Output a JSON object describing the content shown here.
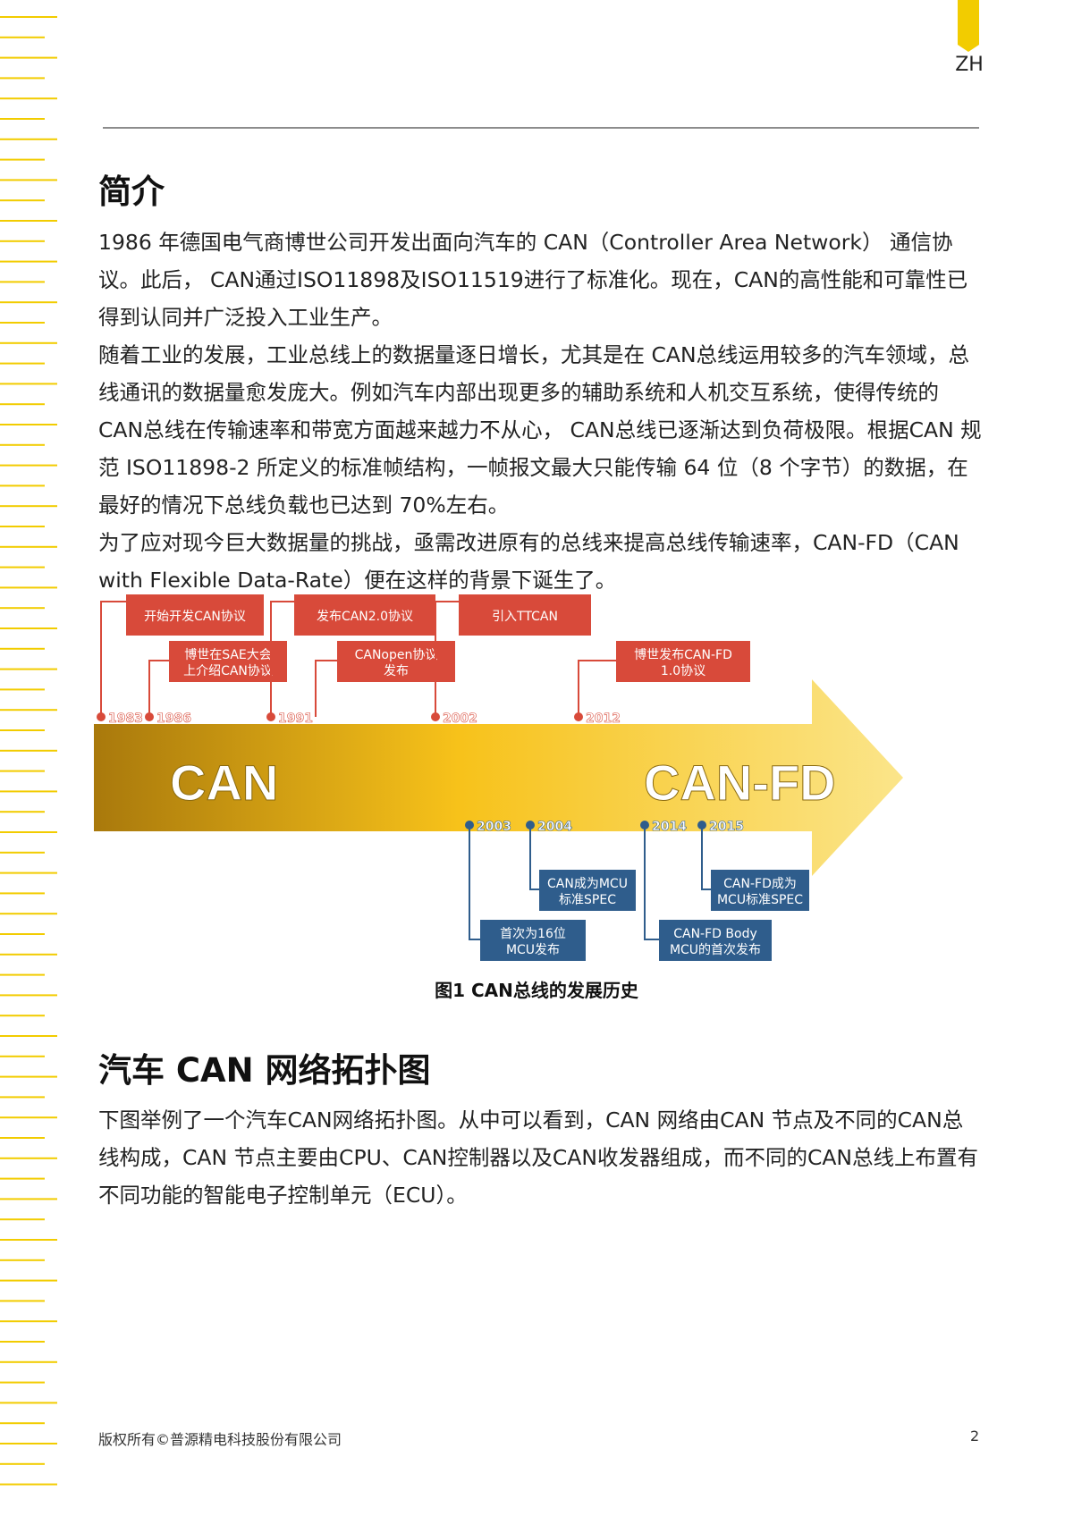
{
  "brand": {
    "mark": "ZH"
  },
  "sections": {
    "intro_title": "简介",
    "intro_paragraphs": [
      "1986 年德国电气商博世公司开发出面向汽车的 CAN（Controller Area Network） 通信协议。此后， CAN通过ISO11898及ISO11519进行了标准化。现在，CAN的高性能和可靠性已得到认同并广泛投入工业生产。",
      "随着工业的发展，工业总线上的数据量逐日增长，尤其是在 CAN总线运用较多的汽车领域，总线通讯的数据量愈发庞大。例如汽车内部出现更多的辅助系统和人机交互系统，使得传统的CAN总线在传输速率和带宽方面越来越力不从心， CAN总线已逐渐达到负荷极限。根据CAN 规范 ISO11898-2 所定义的标准帧结构，一帧报文最大只能传输 64 位（8 个字节）的数据，在最好的情况下总线负载也已达到 70%左右。",
      "为了应对现今巨大数据量的挑战，亟需改进原有的总线来提高总线传输速率，CAN-FD（CAN with Flexible Data-Rate）便在这样的背景下诞生了。"
    ],
    "topology_title": "汽车 CAN 网络拓扑图",
    "topology_paragraph": "下图举例了一个汽车CAN网络拓扑图。从中可以看到，CAN 网络由CAN 节点及不同的CAN总线构成，CAN 节点主要由CPU、CAN控制器以及CAN收发器组成，而不同的CAN总线上布置有不同功能的智能电子控制单元（ECU）。"
  },
  "timeline": {
    "arrow_label_left": "CAN",
    "arrow_label_right": "CAN-FD",
    "red_color": "#d84a3a",
    "blue_color": "#2f5d8c",
    "top_years": [
      "1983",
      "1986",
      "1991",
      "2002",
      "2012"
    ],
    "bottom_years": [
      "2003",
      "2004",
      "2014",
      "2015"
    ],
    "top_events": [
      {
        "year": "1983",
        "lines": [
          "开始开发CAN协议"
        ]
      },
      {
        "year": "1986",
        "lines": [
          "博世在SAE大会",
          "上介绍CAN协议"
        ]
      },
      {
        "year": "1991",
        "lines": [
          "发布CAN2.0协议"
        ]
      },
      {
        "year": "1991",
        "lines": [
          "CANopen协议",
          "发布"
        ]
      },
      {
        "year": "2002",
        "lines": [
          "引入TTCAN"
        ]
      },
      {
        "year": "2012",
        "lines": [
          "博世发布CAN-FD",
          "1.0协议"
        ]
      }
    ],
    "bottom_events": [
      {
        "year": "2004",
        "lines": [
          "CAN成为MCU",
          "标准SPEC"
        ]
      },
      {
        "year": "2003",
        "lines": [
          "首次为16位",
          "MCU发布"
        ]
      },
      {
        "year": "2015",
        "lines": [
          "CAN-FD成为",
          "MCU标准SPEC"
        ]
      },
      {
        "year": "2014",
        "lines": [
          "CAN-FD Body",
          "MCU的首次发布"
        ]
      }
    ]
  },
  "figure_caption": "图1 CAN总线的发展历史",
  "footer": {
    "copyright": "版权所有©普源精电科技股份有限公司",
    "page": "2"
  },
  "colors": {
    "brand_yellow": "#f2cc00",
    "rule_gray": "#8c8c8c"
  }
}
